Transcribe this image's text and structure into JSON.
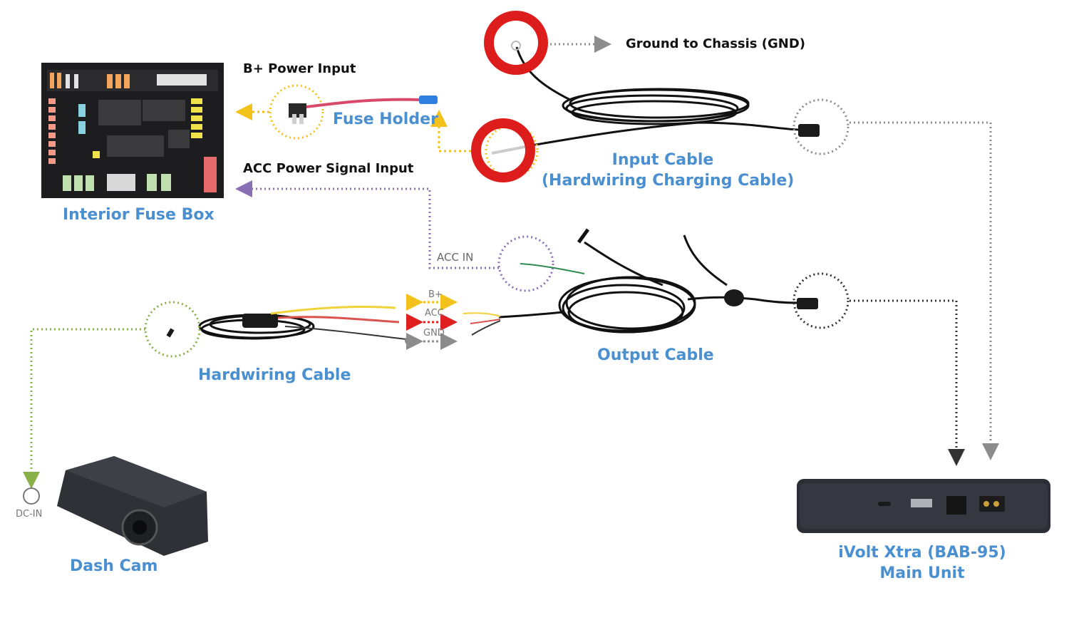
{
  "labels": {
    "ground": "Ground to Chassis (GND)",
    "b_plus_input": "B+ Power Input",
    "fuse_holder": "Fuse Holder",
    "acc_signal_input": "ACC Power Signal Input",
    "interior_fuse_box": "Interior Fuse Box",
    "input_cable_1": "Input Cable",
    "input_cable_2": "(Hardwiring Charging Cable)",
    "acc_in": "ACC IN",
    "b_plus": "B+",
    "acc": "ACC",
    "gnd": "GND",
    "output_cable": "Output Cable",
    "hardwiring_cable": "Hardwiring Cable",
    "dc_in": "DC-IN",
    "dash_cam": "Dash Cam",
    "main_unit_1": "iVolt Xtra (BAB-95)",
    "main_unit_2": "Main Unit"
  },
  "colors": {
    "label_blue": "#4a8fcf",
    "yellow": "#f2c21b",
    "purple": "#8a6fb5",
    "red": "#e02020",
    "gray": "#8c8c8c",
    "green": "#8ab04a",
    "highlight_red": "#dd1c1c"
  }
}
